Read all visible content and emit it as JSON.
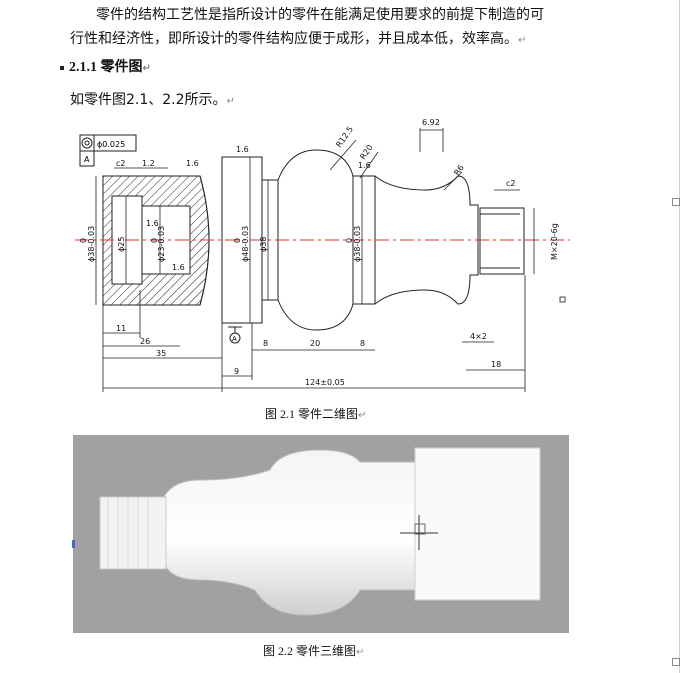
{
  "doc": {
    "paragraph1_line1": "零件的结构工艺性是指所设计的零件在能满足使用要求的前提下制造的可",
    "paragraph1_line2": "行性和经济性，即所设计的零件结构应便于成形，并且成本低，效率高。",
    "heading": "2.1.1 零件图",
    "paragraph2": "如零件图2.1、2.2所示。",
    "para_mark": "↵",
    "caption1": "图 2.1  零件二维图",
    "caption2": "图 2.2  零件三维图"
  },
  "drawing": {
    "tol_symbol": "◎",
    "tol_value": "ϕ0.025",
    "tol_datum": "A",
    "datum_label": "A",
    "labels": {
      "c2_left": "c2",
      "l12": "1.2",
      "r16a": "1.6",
      "r16b": "1.6",
      "r16c": "1.6",
      "r16d": "1.6",
      "r16e": "1.6",
      "r125": "R12.5",
      "r20": "R20",
      "d692": "6.92",
      "r6": "R6",
      "c2_right": "c2",
      "dia38_left": "ϕ38-0.03",
      "dia25": "ϕ25",
      "dia23": "ϕ23-0.03",
      "dia48": "ϕ48-0.03",
      "dia38_mid": "ϕ38",
      "dia38_b": "ϕ38-0.03",
      "thread": "M×20-6g",
      "zero1": "0",
      "zero2": "0",
      "zero3": "0",
      "zero4": "0",
      "d11": "11",
      "d26": "26",
      "d35": "35",
      "d9": "9",
      "d8a": "8",
      "d20": "20",
      "d8b": "8",
      "d4x2": "4×2",
      "d18": "18",
      "d124": "124±0.05"
    }
  },
  "render": {
    "title": "",
    "note": ""
  }
}
